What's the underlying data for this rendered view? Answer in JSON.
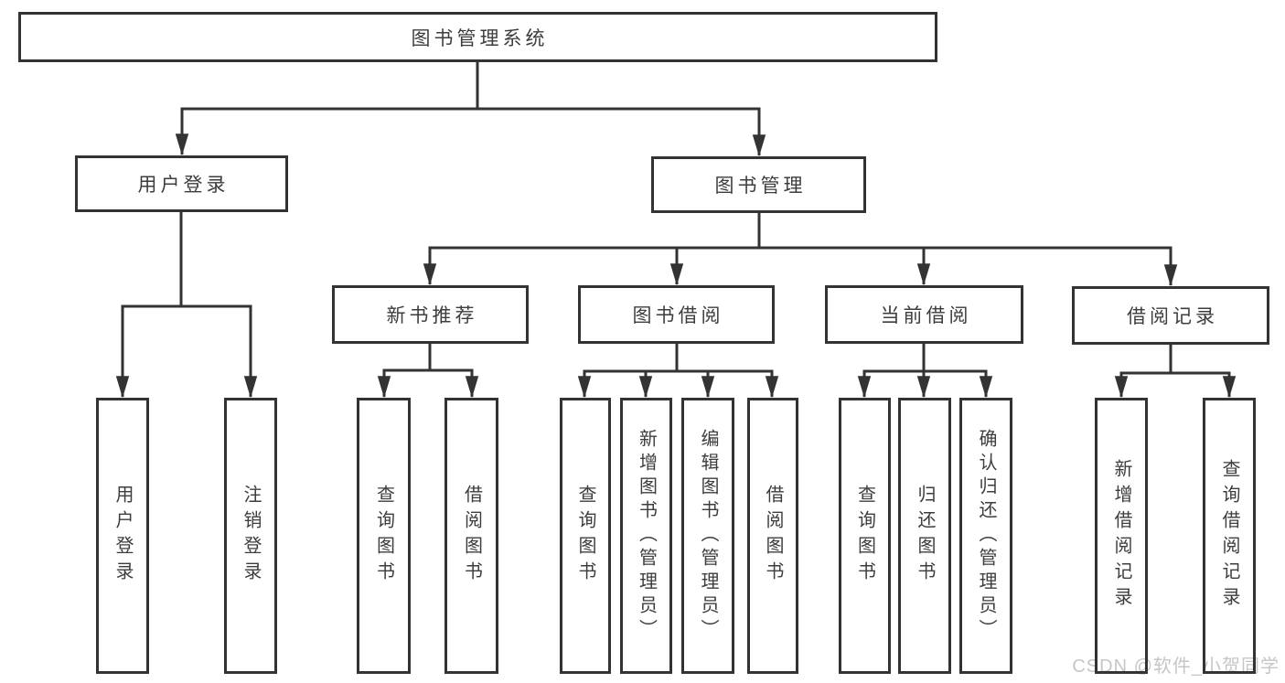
{
  "diagram": {
    "root": {
      "label": "图书管理系统"
    },
    "branches": [
      {
        "label": "用户登录",
        "children": [
          {
            "label": "用户登录"
          },
          {
            "label": "注销登录"
          }
        ]
      },
      {
        "label": "图书管理",
        "children": [
          {
            "label": "新书推荐",
            "children": [
              {
                "label": "查询图书"
              },
              {
                "label": "借阅图书"
              }
            ]
          },
          {
            "label": "图书借阅",
            "children": [
              {
                "label": "查询图书"
              },
              {
                "label": "新增图书（管理员）"
              },
              {
                "label": "编辑图书（管理员）"
              },
              {
                "label": "借阅图书"
              }
            ]
          },
          {
            "label": "当前借阅",
            "children": [
              {
                "label": "查询图书"
              },
              {
                "label": "归还图书"
              },
              {
                "label": "确认归还（管理员）"
              }
            ]
          },
          {
            "label": "借阅记录",
            "children": [
              {
                "label": "新增借阅记录"
              },
              {
                "label": "查询借阅记录"
              }
            ]
          }
        ]
      }
    ]
  },
  "watermark": {
    "text": "CSDN @软件_小贺同学"
  },
  "colors": {
    "line": "#333333",
    "text": "#3d3d3d",
    "watermark": "#c6c6c6",
    "background": "#ffffff"
  }
}
